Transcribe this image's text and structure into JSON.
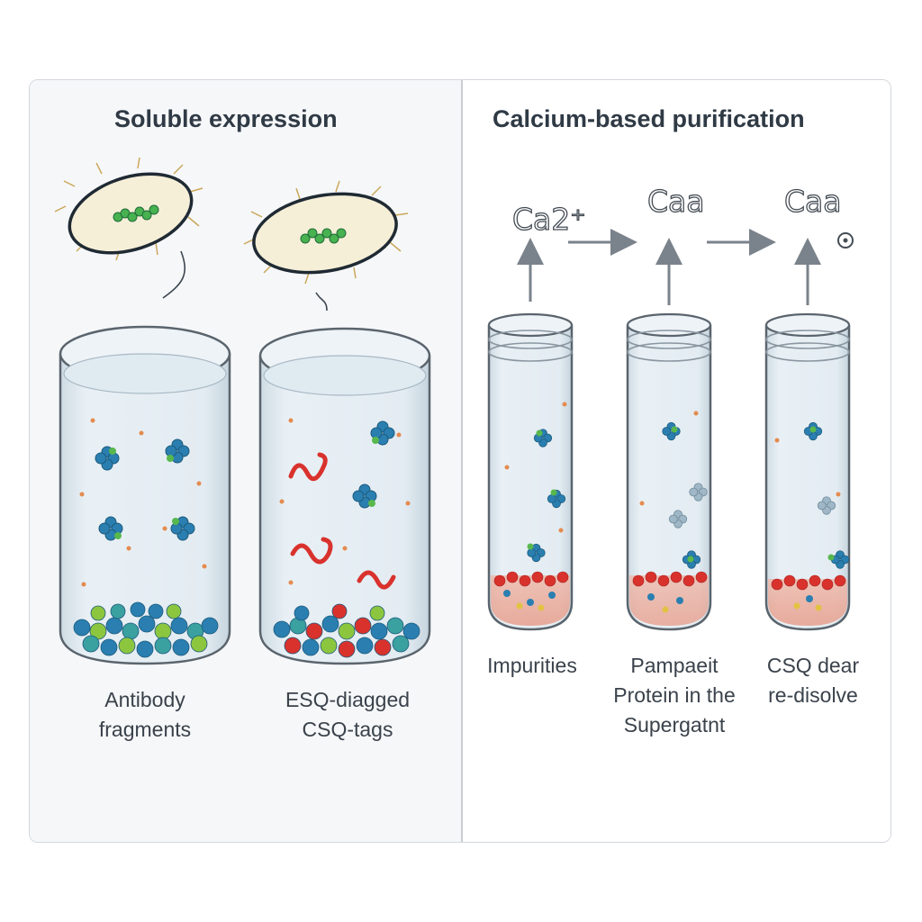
{
  "left_panel": {
    "title": "Soluble expression",
    "labels": [
      [
        "Antibody",
        "fragments"
      ],
      [
        "ESQ-diagged",
        "CSQ-tags"
      ]
    ]
  },
  "right_panel": {
    "title": "Calcium-based purification",
    "ions": [
      "Ca2⁺",
      "Caa",
      "Caa"
    ],
    "labels": [
      [
        "Impurities"
      ],
      [
        "Pampaeit",
        "Protein in the",
        "Supergatnt"
      ],
      [
        "CSQ dear",
        "re-disolve"
      ]
    ]
  },
  "colors": {
    "panel_border": "#d3d7dc",
    "cell_fill": "#f6efd8",
    "liquid": "#d7e6ee",
    "protein_blue": "#2a7fb0",
    "protein_green": "#4caf50",
    "csq_red": "#d9322d",
    "arrow": "#7a828b"
  }
}
